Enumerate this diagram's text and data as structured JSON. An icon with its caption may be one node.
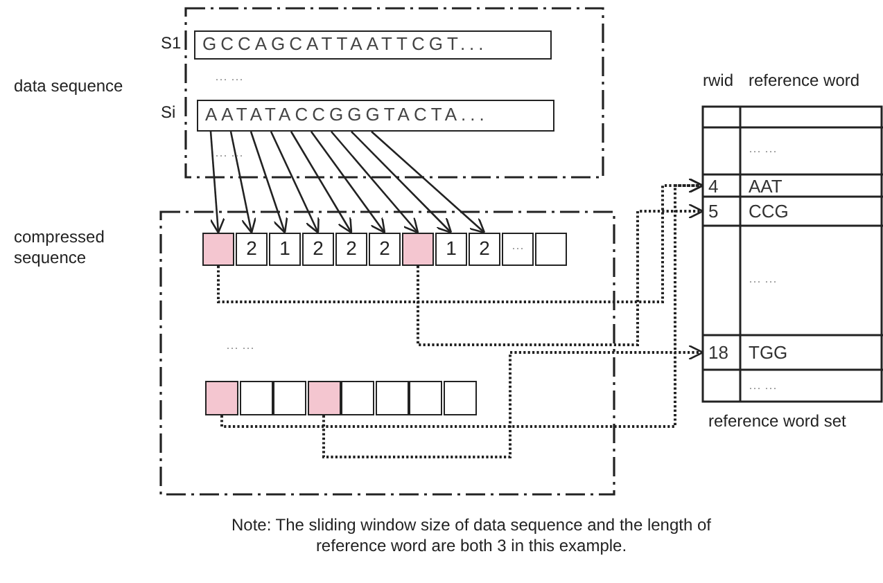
{
  "diagram": {
    "caption": "Note: The sliding window size of data sequence and the length of reference word are both 3 in this example.",
    "nodes": [
      {
        "text": [
          "data sequence"
        ]
      },
      {
        "text": [
          "GCCAGCATTAATTCGT..."
        ],
        "beside": [
          "S1"
        ],
        "in": 0
      },
      {
        "text": [
          "AATATACCGGGTACTA..."
        ],
        "beside": [
          "Si"
        ],
        "in": 0
      },
      {
        "text": [
          "compressed sequence"
        ]
      },
      {
        "text": [],
        "shape": "box",
        "in": 3
      },
      {
        "text": [
          "2"
        ],
        "in": 3
      },
      {
        "text": [
          "1"
        ],
        "in": 3
      },
      {
        "text": [
          "2"
        ],
        "in": 3
      },
      {
        "text": [
          "2"
        ],
        "in": 3
      },
      {
        "text": [
          "2"
        ],
        "in": 3
      },
      {
        "text": [],
        "shape": "box",
        "in": 3
      },
      {
        "text": [
          "1"
        ],
        "in": 3
      },
      {
        "text": [
          "2"
        ],
        "in": 3
      },
      {
        "text": [
          "···"
        ],
        "in": 3
      },
      {
        "text": [],
        "shape": "box",
        "in": 3
      },
      {
        "text": [],
        "shape": "box",
        "in": 3
      },
      {
        "text": [],
        "shape": "box",
        "in": 3
      },
      {
        "text": [],
        "shape": "box",
        "in": 3
      },
      {
        "text": [],
        "shape": "box",
        "in": 3
      },
      {
        "text": [],
        "shape": "box",
        "in": 3
      },
      {
        "text": [],
        "shape": "box",
        "in": 3
      },
      {
        "text": [],
        "shape": "box",
        "in": 3
      },
      {
        "text": [],
        "shape": "box",
        "in": 3
      },
      {
        "text": [
          "reference word set"
        ]
      },
      {
        "text": [
          "4",
          "AAT"
        ],
        "in": 23
      },
      {
        "text": [
          "5",
          "CCG"
        ],
        "in": 23
      },
      {
        "text": [
          "18",
          "TGG"
        ],
        "in": 23
      }
    ],
    "edges": [
      {
        "from": 2,
        "to": 4,
        "arrow": "to"
      },
      {
        "from": 2,
        "to": 5,
        "arrow": "to"
      },
      {
        "from": 2,
        "to": 6,
        "arrow": "to"
      },
      {
        "from": 2,
        "to": 7,
        "arrow": "to"
      },
      {
        "from": 2,
        "to": 8,
        "arrow": "to"
      },
      {
        "from": 2,
        "to": 9,
        "arrow": "to"
      },
      {
        "from": 2,
        "to": 10,
        "arrow": "to"
      },
      {
        "from": 2,
        "to": 11,
        "arrow": "to"
      },
      {
        "from": 2,
        "to": 12,
        "arrow": "to"
      },
      {
        "from": 4,
        "to": 24,
        "arrow": "to",
        "style": "dashed"
      },
      {
        "from": 10,
        "to": 25,
        "arrow": "to",
        "style": "dashed"
      },
      {
        "from": 15,
        "to": 24,
        "arrow": "to",
        "style": "dashed"
      },
      {
        "from": 18,
        "to": 26,
        "arrow": "to",
        "style": "dashed"
      }
    ],
    "labels": [
      "··· ···",
      "··· ···",
      "··· ···",
      "rwid",
      "reference word",
      "··· ···",
      "··· ···",
      "··· ···"
    ]
  }
}
